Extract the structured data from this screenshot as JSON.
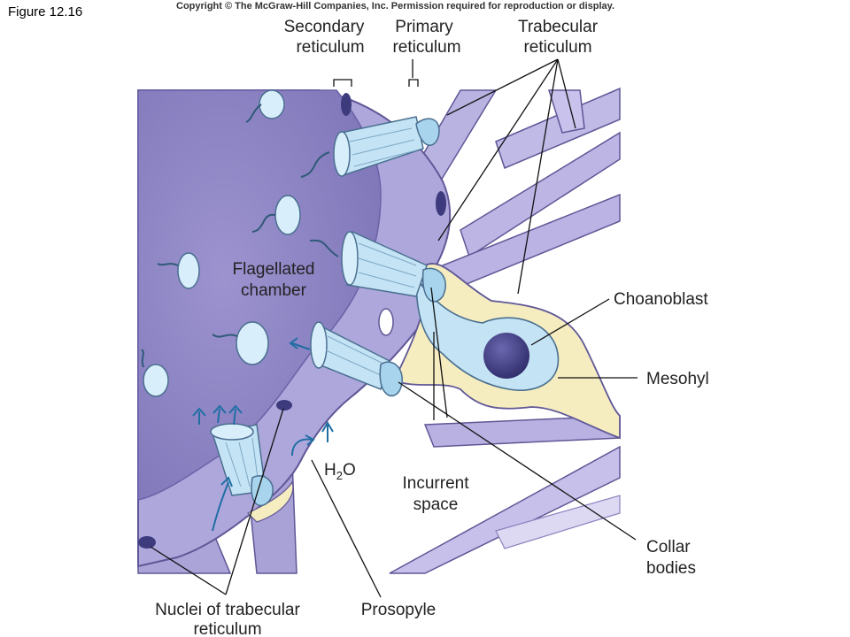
{
  "header": {
    "figure_label": "Figure 12.16",
    "copyright": "Copyright © The McGraw-Hill Companies, Inc. Permission required for reproduction or display."
  },
  "labels": {
    "secondary_reticulum": [
      "Secondary",
      "reticulum"
    ],
    "primary_reticulum": [
      "Primary",
      "reticulum"
    ],
    "trabecular_reticulum": [
      "Trabecular",
      "reticulum"
    ],
    "flagellated_chamber": [
      "Flagellated",
      "chamber"
    ],
    "choanoblast": "Choanoblast",
    "mesohyl": "Mesohyl",
    "h2o_base": "H",
    "h2o_sub": "2",
    "h2o_rest": "O",
    "incurrent_space": [
      "Incurrent",
      "space"
    ],
    "collar_bodies": [
      "Collar",
      "bodies"
    ],
    "nuclei_trabecular": [
      "Nuclei of trabecular",
      "reticulum"
    ],
    "prosopyle": "Prosopyle"
  },
  "colors": {
    "chamber": "#8f86c4",
    "reticulum": "#b0a9de",
    "tissue_outline": "#5f5796",
    "mesohyl": "#f5ecc0",
    "collar": "#c4e4f5",
    "nucleus": "#3d3b7e",
    "water_arrow": "#1f6ea4"
  }
}
